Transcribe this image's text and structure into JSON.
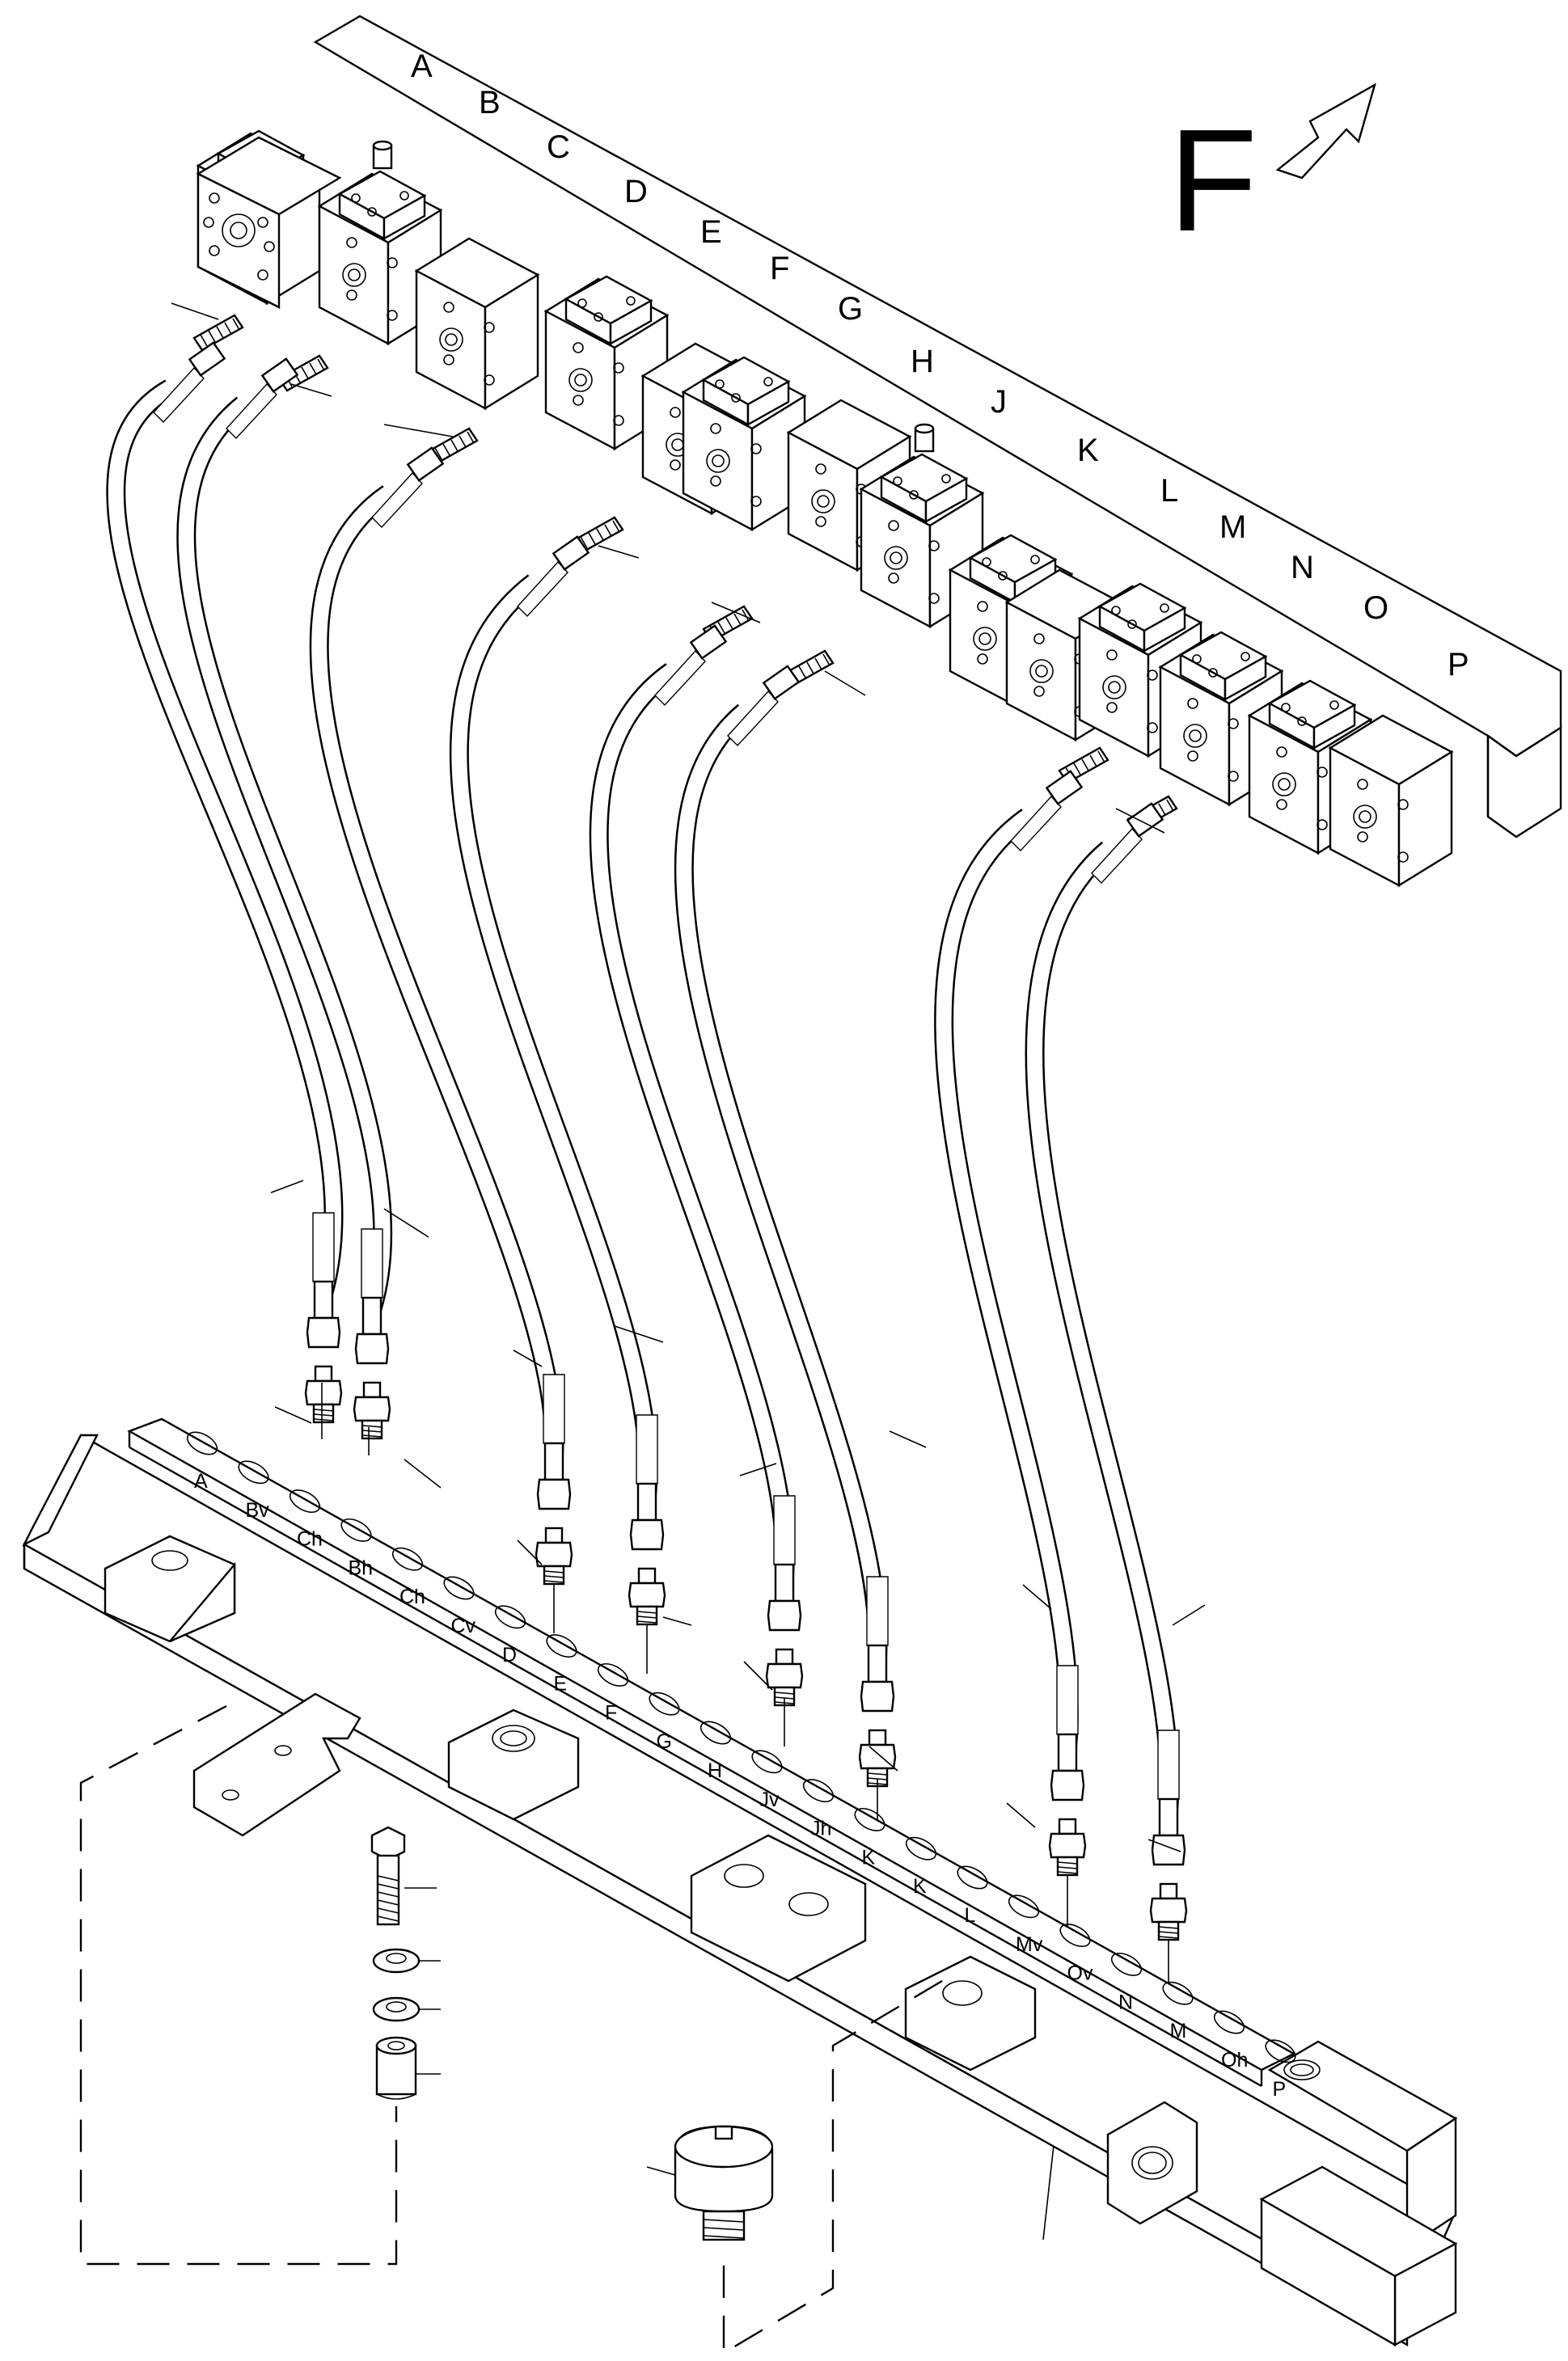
{
  "direction_label": "F",
  "valve_labels": [
    "A",
    "B",
    "C",
    "D",
    "E",
    "F",
    "G",
    "H",
    "J",
    "K",
    "L",
    "M",
    "N",
    "O",
    "P"
  ],
  "rail_labels": [
    "A",
    "Bv",
    "Ch",
    "Bh",
    "Ch",
    "Cv",
    "D",
    "E",
    "F",
    "G",
    "H",
    "Jv",
    "Jh",
    "K",
    "K",
    "L",
    "Mv",
    "Ov",
    "N",
    "M",
    "Oh",
    "P"
  ]
}
